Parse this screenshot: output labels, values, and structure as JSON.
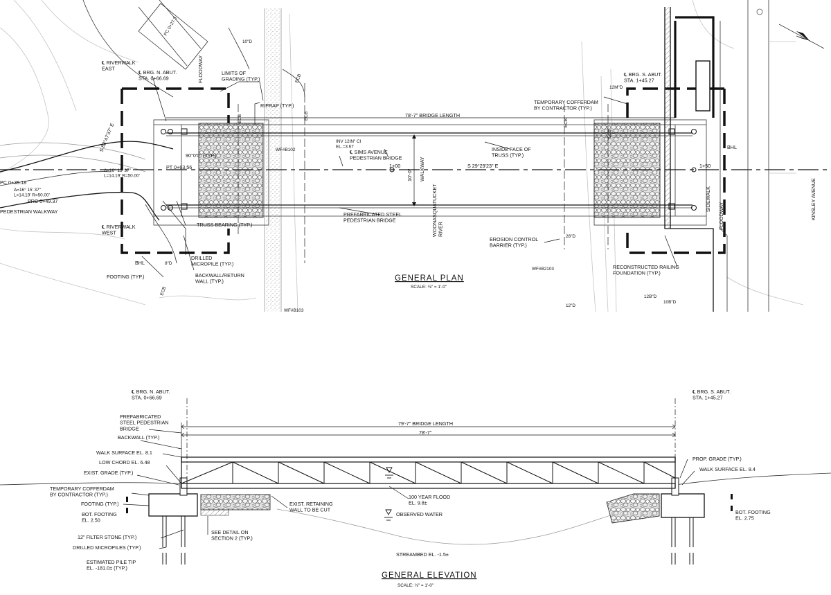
{
  "plan": {
    "title": "GENERAL PLAN",
    "scale": "SCALE: ⅛\" = 1'-0\"",
    "bridge_length": "78'-7\" BRIDGE LENGTH",
    "walkway_width": "10'-0\"",
    "walkway": "WALKWAY",
    "bearing": "S 29°29'23\" E",
    "station_1": "1+00",
    "station_2": "1+50",
    "riverwalk_east": "℄ RIVERWALK\nEAST",
    "riverwalk_west": "℄ RIVERWALK\nWEST",
    "n_abut": "℄ BRG. N. ABUT.\nSTA. 0+66.69",
    "s_abut": "℄ BRG. S. ABUT.\nSTA. 1+45.27",
    "floodway": "FLOODWAY",
    "limits_grading": "LIMITS OF\nGRADING (TYP.)",
    "riprap": "RIPRAP (TYP.)",
    "sims_avenue": "℄ SIMS AVENUE\nPEDESTRIAN BRIDGE",
    "inv": "INV 12IN\" CI\nEL.=3.67",
    "inside_face": "INSIDE FACE OF\nTRUSS (TYP.)",
    "prefab_bridge": "PREFABRICATED STEEL\nPEDESTRIAN BRIDGE",
    "river": "WOONASQUATUCKET\nRIVER",
    "erosion": "EROSION CONTROL\nBARRIER (TYP.)",
    "cofferdam": "TEMPORARY COFFERDAM\nBY CONTRACTOR (TYP.)",
    "railing": "RECONSTRUCTED RAILING\nFOUNDATION (TYP.)",
    "truss_bearing": "TRUSS BEARING (TYP.)",
    "micropile": "DRILLED\nMICROPILE (TYP.)",
    "backwall": "BACKWALL/RETURN\nWALL (TYP.)",
    "footing": "FOOTING (TYP.)",
    "angle": "90°0'0\" (TYP.)",
    "pt": "PT 0+63.56",
    "prc": "PRC 0+49.37",
    "pc": "PC 0+35.18",
    "curve1": "Δ=16° 15' 37\"\nL=14.19' R=50.00'",
    "curve2": "Δ=16° 15' 37\"\nL=14.19' R=50.00'",
    "line_bearing": "S 88°47'37\" E",
    "pc_top": "PC 0+27.3",
    "ped_walkway": "PEDESTRIAN WALKWAY",
    "sidewalk": "SIDEWALK",
    "kinsley": "KINSLEY AVENUE",
    "ecb": "ECB",
    "bhl": "BHL",
    "wf1": "WF#B102",
    "wf2": "WF#B103",
    "wf3": "WF#B2103",
    "d10": "10\"D",
    "d12": "12\"D",
    "d8": "8\"D",
    "d12m": "12M\"D",
    "d28": "28\"D",
    "d12b": "12B\"D",
    "d10b": "10B\"D"
  },
  "elevation": {
    "title": "GENERAL ELEVATION",
    "scale": "SCALE: ⅛\" = 1'-0\"",
    "n_abut": "℄ BRG. N. ABUT.\nSTA. 0+66.69",
    "s_abut": "℄ BRG. S. ABUT.\nSTA. 1+45.27",
    "total_length": "79'-7\" BRIDGE LENGTH",
    "span": "78'-7\"",
    "prefab": "PREFABRICATED\nSTEEL PEDESTRIAN\nBRIDGE",
    "backwall": "BACKWALL (TYP.)",
    "walk_n": "WALK SURFACE EL. 8.1",
    "low_chord": "LOW CHORD EL. 6.48",
    "exist_grade": "EXIST. GRADE (TYP.)",
    "cofferdam": "TEMPORARY COFFERDAM\nBY CONTRACTOR (TYP.)",
    "footing": "FOOTING (TYP.)",
    "bot_n": "BOT. FOOTING\nEL. 2.50",
    "filter": "12\" FILTER STONE (TYP.)",
    "micropiles": "DRILLED MICROPILES (TYP.)",
    "pile_tip": "ESTIMATED PILE TIP\nEL. -181.0± (TYP.)",
    "detail": "SEE DETAIL ON\nSECTION 2 (TYP.)",
    "retaining": "EXIST. RETAINING\nWALL TO BE CUT",
    "flood": "100 YEAR FLOOD\nEL. 9.8±",
    "observed": "OBSERVED WATER",
    "streambed": "STREAMBED EL. -1.5±",
    "prop_grade": "PROP. GRADE (TYP.)",
    "walk_s": "WALK SURFACE EL. 8.4",
    "bot_s": "BOT. FOOTING\nEL. 2.75"
  }
}
